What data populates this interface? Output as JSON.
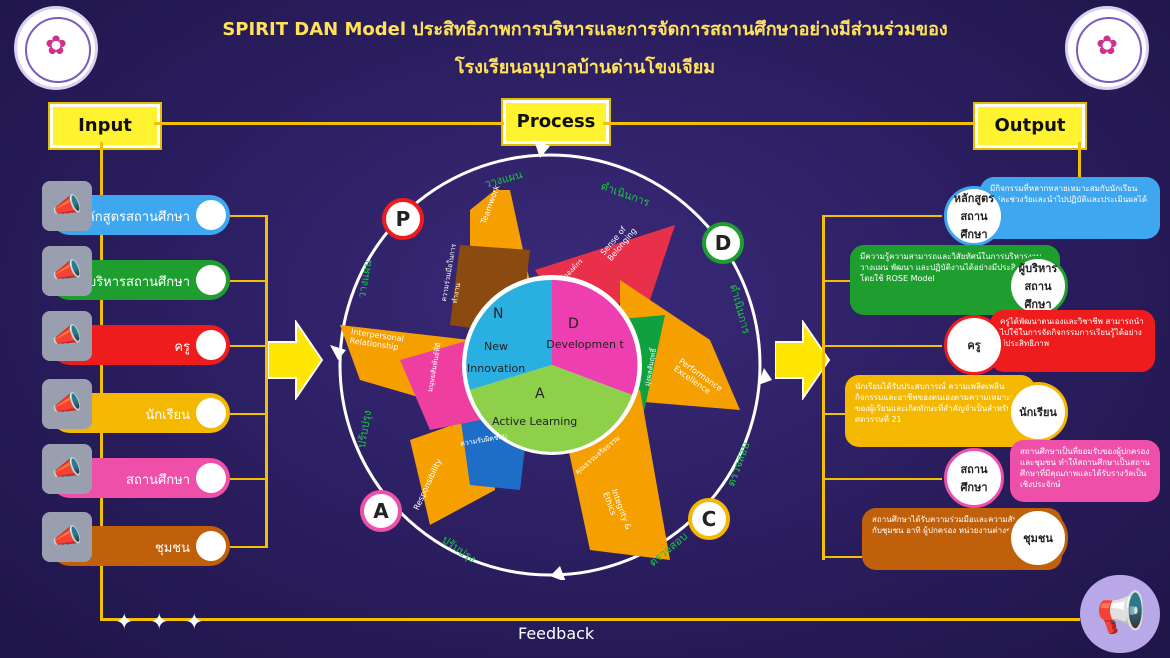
{
  "title_line1": "SPIRIT DAN Model ประสิทธิภาพการบริหารและการจัดการสถานศึกษาอย่างมีส่วนร่วมของ",
  "title_line2": "โรงเรียนอนุบาลบ้านด่านโขงเจียม",
  "headers": {
    "input": "Input",
    "process": "Process",
    "output": "Output"
  },
  "feedback": "Feedback",
  "inputs": [
    {
      "label": "หลักสูตรสถานศึกษา",
      "color": "#3fa6f0"
    },
    {
      "label": "ผู้บริหารสถานศึกษา",
      "color": "#1e9e2e"
    },
    {
      "label": "ครู",
      "color": "#ee1c1c"
    },
    {
      "label": "นักเรียน",
      "color": "#f5b800"
    },
    {
      "label": "สถานศึกษา",
      "color": "#ee4fa8"
    },
    {
      "label": "ชุมชน",
      "color": "#c0600a"
    }
  ],
  "cycle": {
    "plan": "วางแผน",
    "do": "ดำเนินการ",
    "check": "ตรวจสอบ",
    "act": "ปรับปรุง",
    "letters": [
      "P",
      "D",
      "C",
      "A"
    ]
  },
  "core": {
    "n_letter": "N",
    "n_text1": "New",
    "n_text2": "Innovation",
    "d_letter": "D",
    "d_text": "Developmen t",
    "a_letter": "A",
    "a_text": "Active Learning"
  },
  "petals": {
    "teamwork": "Teamwork",
    "teamwork_th": "ความร่วมมือในการทำงาน",
    "sense": "Sense of Belonging",
    "sense_th": "รักองค์กร",
    "performance": "Performance Excellence",
    "performance_th": "มุ่งผลสัมฤทธิ์",
    "integrity": "Integrity & Ethics",
    "integrity_th": "คุณธรรมจริยธรรม",
    "responsibility": "Responsibility",
    "responsibility_th": "ความรับผิดชอบ",
    "interpersonal": "Interpersonal Relationship",
    "interpersonal_th": "มนุษยสัมพันธ์ที่ดี"
  },
  "outputs": [
    {
      "label": "หลักสูตรสถานศึกษา",
      "text": "มีกิจกรรมที่หลากหลายเหมาะสมกับนักเรียนแต่ละช่วงวัยและนำไปปฏิบัติและประเมินผลได้",
      "color": "#3fa6f0"
    },
    {
      "label": "ผู้บริหารสถานศึกษา",
      "text": "มีความรู้ความสามารถและวิสัยทัศน์ในการบริหารงานวางแผน พัฒนา และปฏิบัติงานได้อย่างมีประสิทธิภาพ โดยใช้ ROSE Model",
      "color": "#1e9e2e"
    },
    {
      "label": "ครู",
      "text": "ครูได้พัฒนาตนเองและวิชาชีพ สามารถนำไปใช้ในการจัดกิจกรรมการเรียนรู้ได้อย่างมีประสิทธิภาพ",
      "color": "#ee1c1c"
    },
    {
      "label": "นักเรียน",
      "text": "นักเรียนได้รับประสบการณ์ ความเพลิดเพลิน กิจกรรมและอาชีพของตนเองตามความเหมาะสมของผู้เรียนและเกิดทักษะที่สำคัญจำเป็นสำหรับศตวรรษที่ 21",
      "color": "#f5b800"
    },
    {
      "label": "สถานศึกษา",
      "text": "สถานศึกษาเป็นที่ยอมรับของผู้ปกครองและชุมชน ทำให้สถานศึกษาเป็นสถานศึกษาที่มีคุณภาพและได้รับรางวัลเป็นเชิงประจักษ์",
      "color": "#ee4fa8"
    },
    {
      "label": "ชุมชน",
      "text": "สถานศึกษาได้รับความร่วมมือและความสัมพันธ์อันดีกับชุมชน อาทิ ผู้ปกครอง หน่วยงานต่างๆ",
      "color": "#c0600a"
    }
  ]
}
